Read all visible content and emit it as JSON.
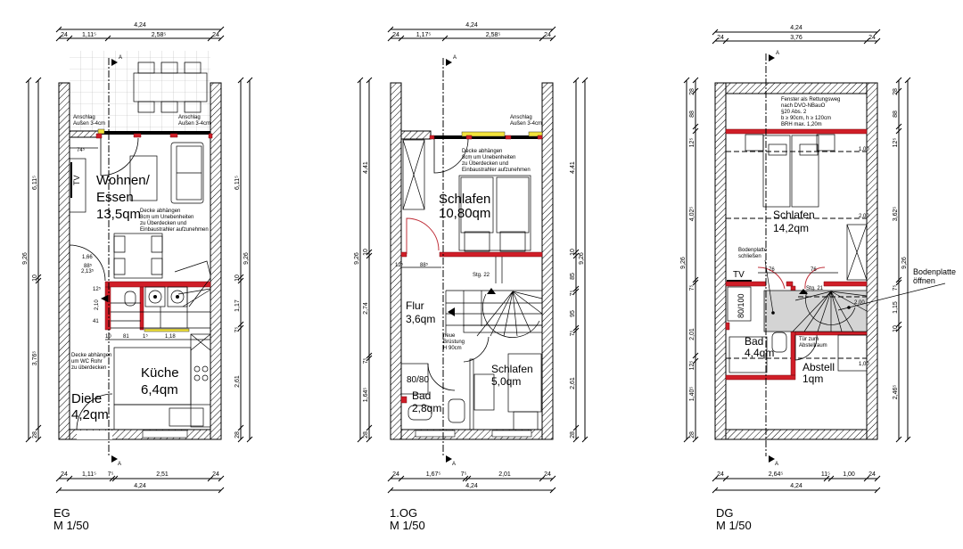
{
  "plans": [
    {
      "title": "EG",
      "scale": "M 1/50",
      "section_marker": "A",
      "dims_top": {
        "total": "4,24",
        "segments": [
          "24",
          "1,11⁵",
          "2,58⁵",
          "24"
        ]
      },
      "dims_bottom": {
        "total": "4,24",
        "segments": [
          "24",
          "1,11⁵",
          "7⁵",
          "2,51",
          "24"
        ]
      },
      "dims_left": {
        "total": "9,26",
        "segments": [
          "6,11⁵",
          "10",
          "3,76⁵",
          "28"
        ]
      },
      "dims_right": {
        "total": "9,26",
        "segments": [
          "6,11⁵",
          "10",
          "1,17",
          "7⁵",
          "2,61",
          "28"
        ]
      },
      "rooms": {
        "wohnen_line1": "Wohnen/",
        "wohnen_line2": "Essen",
        "wohnen_area": "13,5qm",
        "kueche_name": "Küche",
        "kueche_area": "6,4qm",
        "diele_name": "Diele",
        "diele_area": "4,2qm"
      },
      "labels": {
        "tv": "TV",
        "anschlag_1": "Anschlag",
        "anschlag_2": "Außen 3-4cm",
        "dim_74": "74⁵",
        "note_decke": [
          "Decke abhängen",
          "8cm um Unebenheiten",
          "zu Überdecken und",
          "Einbaustrahler aufzunehmen"
        ],
        "note_wc": [
          "Decke abhängen",
          "um WC Rohr",
          "zu überdecken"
        ],
        "inner_dims": [
          "1,66",
          "88⁵",
          "2,13⁵",
          "12⁵",
          "2,10",
          "41",
          "10",
          "81",
          "1⁵",
          "1,18"
        ]
      }
    },
    {
      "title": "1.OG",
      "scale": "M 1/50",
      "section_marker": "A",
      "dims_top": {
        "total": "4,24",
        "segments": [
          "24",
          "1,17⁵",
          "2,58⁵",
          "24"
        ]
      },
      "dims_bottom": {
        "total": "4,24",
        "segments": [
          "24",
          "1,67⁵",
          "7⁵",
          "2,01",
          "24"
        ]
      },
      "dims_left": {
        "total": "9,26",
        "segments": [
          "4,41",
          "10",
          "2,74",
          "7⁵",
          "1,64⁵",
          "28"
        ]
      },
      "dims_right": {
        "total": "9,26",
        "segments": [
          "4,41",
          "10",
          "85",
          "7⁵",
          "95",
          "7⁵",
          "2,61",
          "28"
        ]
      },
      "rooms": {
        "schlafen1_name": "Schlafen",
        "schlafen1_area": "10,80qm",
        "flur_name": "Flur",
        "flur_area": "3,6qm",
        "bad_name": "Bad",
        "bad_area": "2,8qm",
        "schlafen2_name": "Schlafen",
        "schlafen2_area": "5,0qm"
      },
      "labels": {
        "anschlag_1": "Anschlag",
        "anschlag_2": "Außen 3-4cm",
        "note_decke": [
          "Decke abhängen",
          "8cm um Unebenheiten",
          "zu Überdecken und",
          "Einbaustrahler aufzunehmen"
        ],
        "stg": "Stg. 22",
        "shower": "80/80",
        "note_bruestung": [
          "neue",
          "Brüstung",
          "H 90cm"
        ],
        "inner_dims": [
          "12⁵",
          "88⁵"
        ]
      }
    },
    {
      "title": "DG",
      "scale": "M 1/50",
      "section_marker": "A",
      "dims_top": {
        "total": "4,24",
        "segments": [
          "24",
          "3,76",
          "24"
        ]
      },
      "dims_bottom": {
        "total": "4,24",
        "segments": [
          "24",
          "2,64⁵",
          "11⁵",
          "1,00",
          "24"
        ]
      },
      "dims_left": {
        "total": "9,26",
        "segments": [
          "28",
          "88",
          "12⁵",
          "4,02⁵",
          "7⁵",
          "2,01",
          "12⁵",
          "1,40⁵",
          "28"
        ]
      },
      "dims_right": {
        "total": "9,26",
        "segments": [
          "28",
          "88",
          "12⁵",
          "3,62⁵",
          "7⁵",
          "1,15",
          "10",
          "2,46⁵"
        ]
      },
      "rooms": {
        "schlafen_name": "Schlafen",
        "schlafen_area": "14,2qm",
        "bad_name": "Bad",
        "bad_area": "4,4qm",
        "abstell_name": "Abstell",
        "abstell_area": "1qm"
      },
      "labels": {
        "fenster_note": [
          "Fenster als Rettungsweg",
          "nach DVO-NBauO",
          "§20 Abs. 2",
          "b ≥ 90cm, h ≥ 120cm",
          "BRH max. 1,20m"
        ],
        "height_lines": [
          "1,00",
          "2,00",
          "2,00",
          "1,00"
        ],
        "tv": "TV",
        "shower": "80/100",
        "stg": "Stg. 21",
        "bodenplatte_schliessen": [
          "Bodenplatte",
          "schließen"
        ],
        "bodenplatte_oeffnen": [
          "Bodenplatte",
          "öffnen"
        ],
        "tuer_abstell": [
          "Tür zum",
          "Abstellraum"
        ],
        "inner_dims": [
          "76",
          "76"
        ]
      }
    }
  ],
  "colors": {
    "wall_red": "#d01e28",
    "window_yellow": "#f2e33a",
    "stair_grey": "#d4d4d4"
  }
}
